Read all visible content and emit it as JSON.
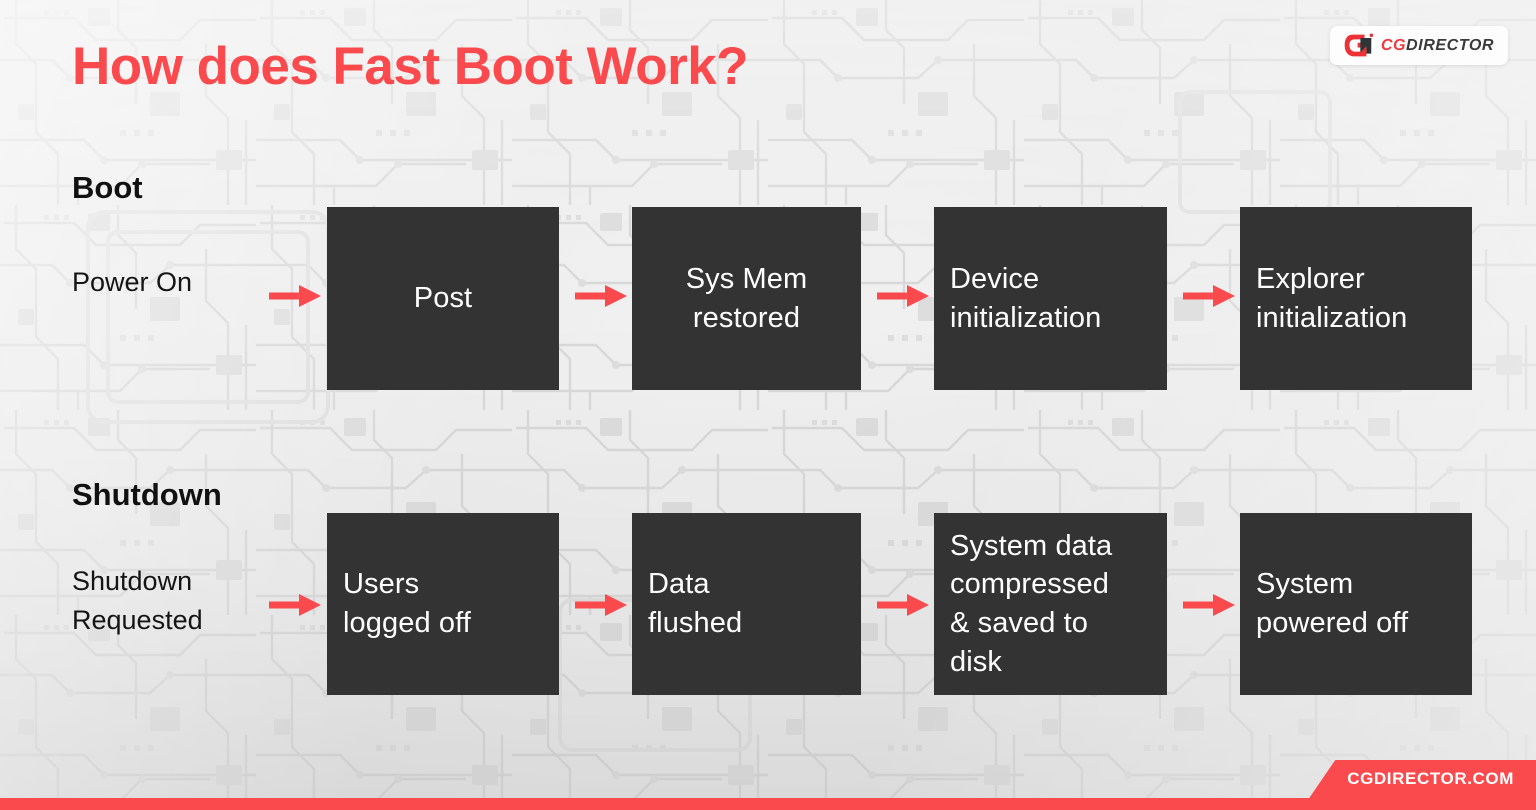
{
  "page": {
    "title": "How does Fast Boot Work?",
    "accent_color": "#fb4a4e",
    "node_color": "#333333",
    "node_text_color": "#ffffff",
    "background_color": "#e9e9e9"
  },
  "logo": {
    "mark_name": "cgdirector-g-mark",
    "text_primary": "CG",
    "text_secondary": "DIRECTOR"
  },
  "flow": {
    "boot": {
      "label": "Boot",
      "start": "Power On",
      "steps": [
        {
          "text": "Post",
          "align": "center"
        },
        {
          "text": "Sys Mem\nrestored",
          "align": "center"
        },
        {
          "text": "Device\ninitialization",
          "align": "left"
        },
        {
          "text": "Explorer\ninitialization",
          "align": "left"
        }
      ]
    },
    "shutdown": {
      "label": "Shutdown",
      "start": "Shutdown\nRequested",
      "steps": [
        {
          "text": "Users\nlogged off",
          "align": "left"
        },
        {
          "text": "Data\nflushed",
          "align": "left"
        },
        {
          "text": "System data\ncompressed\n& saved to\ndisk",
          "align": "left"
        },
        {
          "text": "System\npowered off",
          "align": "left"
        }
      ]
    }
  },
  "footer": {
    "tag": "CGDIRECTOR.COM"
  }
}
